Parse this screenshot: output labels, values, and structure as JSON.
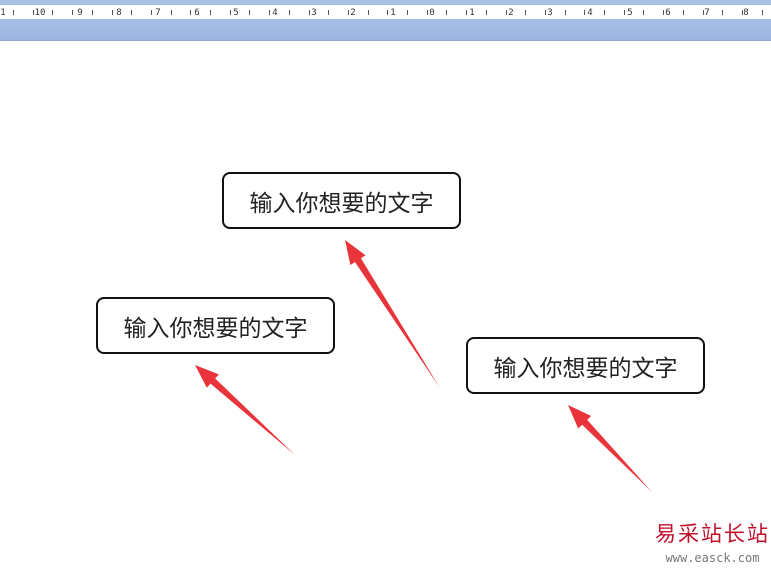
{
  "ruler": {
    "labels": [
      "1",
      "10",
      "9",
      "8",
      "7",
      "6",
      "5",
      "4",
      "3",
      "2",
      "1",
      "0",
      "1",
      "2",
      "3",
      "4",
      "5",
      "6",
      "7",
      "8"
    ]
  },
  "callouts": [
    {
      "text": "输入你想要的文字"
    },
    {
      "text": "输入你想要的文字"
    },
    {
      "text": "输入你想要的文字"
    }
  ],
  "arrow_color": "#e8343a",
  "watermark": {
    "name": "易采站长站",
    "url": "www.easck.com"
  }
}
